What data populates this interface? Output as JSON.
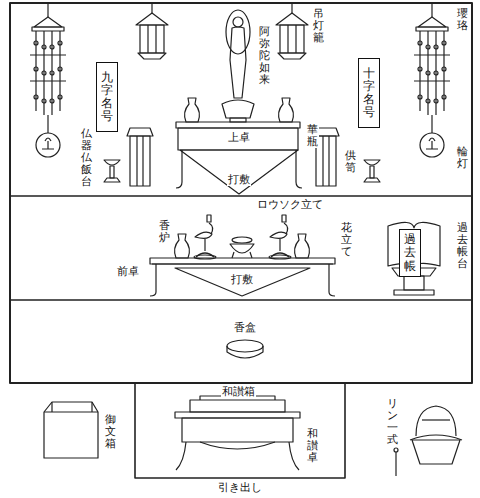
{
  "diagram": {
    "nodes": [
      {
        "text": [
          "九字名号"
        ]
      },
      {
        "text": [
          "十字名号"
        ]
      },
      {
        "text": [
          "過去帳"
        ]
      }
    ],
    "labels": [
      "瓔珞",
      "吊灯籠",
      "阿弥陀如来",
      "上卓",
      "華瓶",
      "供笥",
      "仏器仏飯台",
      "輪灯",
      "打敷",
      "ロウソク立て",
      "香炉",
      "花立て",
      "前卓",
      "打敷",
      "過去帳台",
      "香盒",
      "和讃箱",
      "和讃卓",
      "御文箱",
      "リン一式",
      "引き出し"
    ]
  }
}
